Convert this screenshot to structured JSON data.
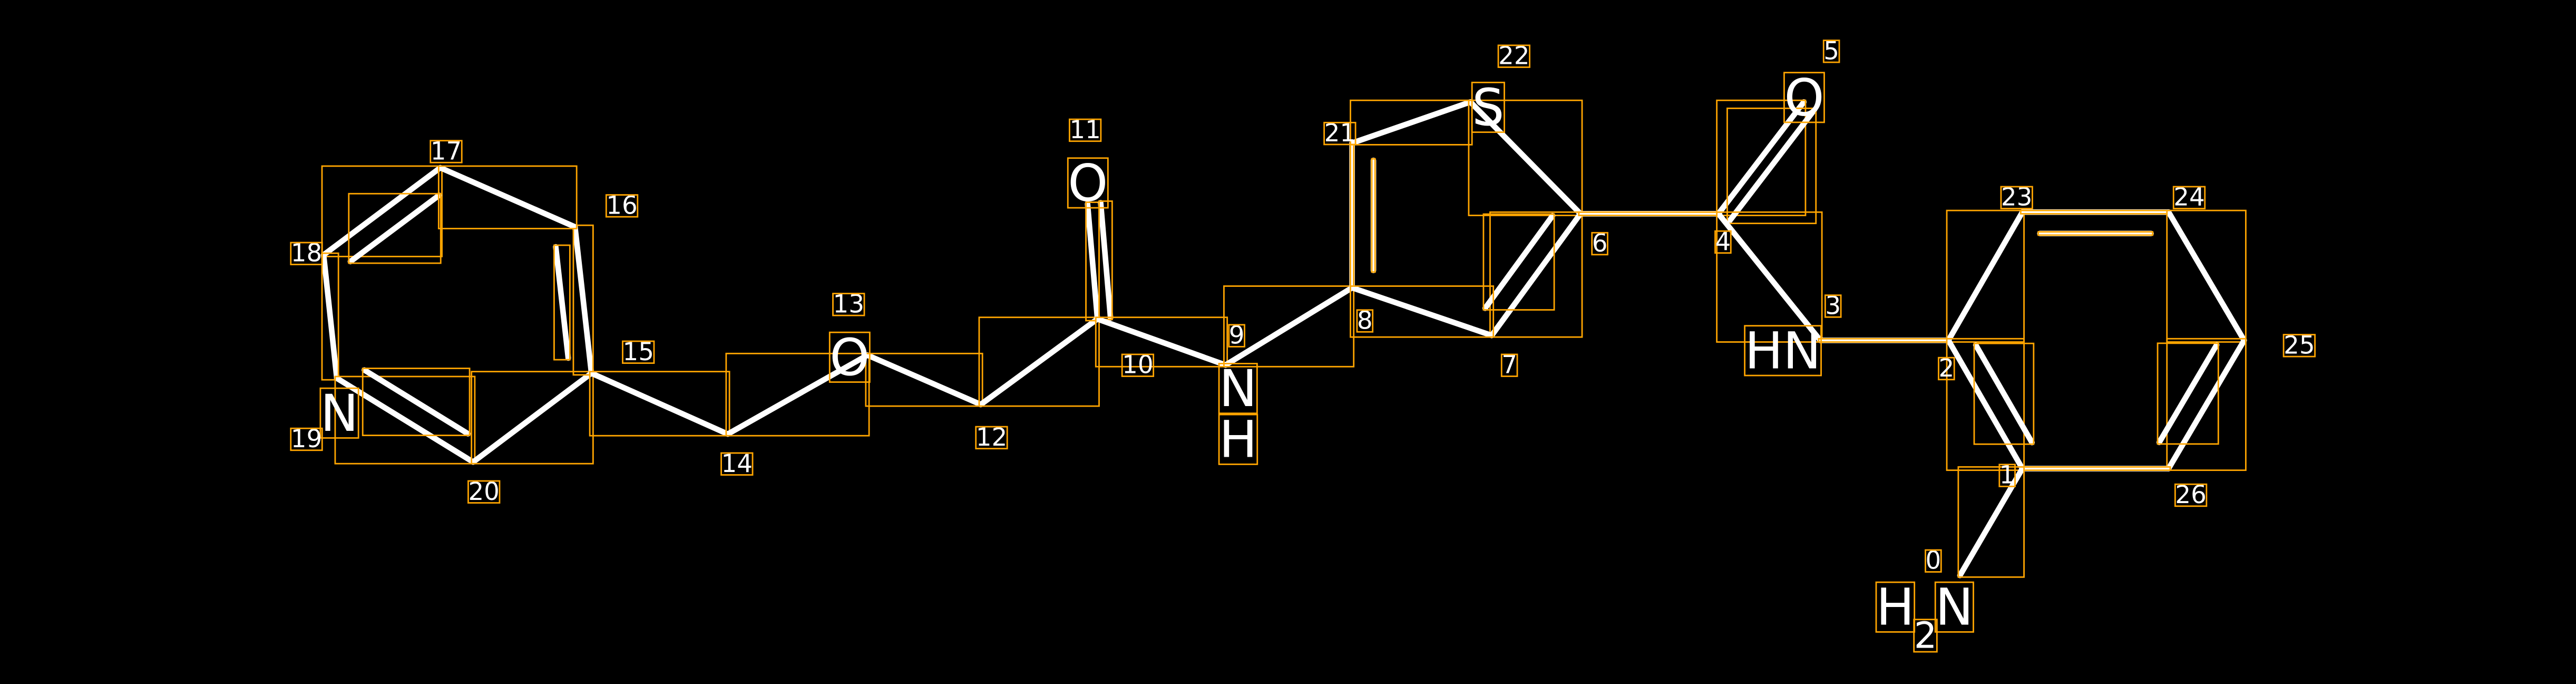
{
  "title": "Molecule graph with atom indices",
  "colors": {
    "background": "#000000",
    "bond": "#FFFFFF",
    "annotation_box": "#FFA500",
    "text": "#FFFFFF"
  },
  "atoms": [
    {
      "index": "0",
      "parts": [
        "H",
        "2",
        "N"
      ]
    },
    {
      "index": "1",
      "parts": []
    },
    {
      "index": "2",
      "parts": []
    },
    {
      "index": "3",
      "parts": [
        "HN"
      ]
    },
    {
      "index": "4",
      "parts": []
    },
    {
      "index": "5",
      "parts": [
        "O"
      ]
    },
    {
      "index": "6",
      "parts": []
    },
    {
      "index": "7",
      "parts": []
    },
    {
      "index": "8",
      "parts": []
    },
    {
      "index": "9",
      "parts": [
        "N",
        "H"
      ]
    },
    {
      "index": "10",
      "parts": []
    },
    {
      "index": "11",
      "parts": [
        "O"
      ]
    },
    {
      "index": "12",
      "parts": []
    },
    {
      "index": "13",
      "parts": [
        "O"
      ]
    },
    {
      "index": "14",
      "parts": []
    },
    {
      "index": "15",
      "parts": []
    },
    {
      "index": "16",
      "parts": []
    },
    {
      "index": "17",
      "parts": []
    },
    {
      "index": "18",
      "parts": []
    },
    {
      "index": "19",
      "parts": [
        "N"
      ]
    },
    {
      "index": "20",
      "parts": []
    },
    {
      "index": "21",
      "parts": []
    },
    {
      "index": "22",
      "parts": [
        "S"
      ]
    },
    {
      "index": "23",
      "parts": []
    },
    {
      "index": "24",
      "parts": []
    },
    {
      "index": "25",
      "parts": []
    },
    {
      "index": "26",
      "parts": []
    }
  ],
  "bonds": [
    {
      "a": 17,
      "b": 18,
      "order": 2
    },
    {
      "a": 18,
      "b": 19,
      "order": 1
    },
    {
      "a": 19,
      "b": 20,
      "order": 2
    },
    {
      "a": 20,
      "b": 15,
      "order": 1
    },
    {
      "a": 15,
      "b": 16,
      "order": 2
    },
    {
      "a": 16,
      "b": 17,
      "order": 1
    },
    {
      "a": 15,
      "b": 14,
      "order": 1
    },
    {
      "a": 14,
      "b": 13,
      "order": 1
    },
    {
      "a": 13,
      "b": 12,
      "order": 1
    },
    {
      "a": 12,
      "b": 10,
      "order": 1
    },
    {
      "a": 10,
      "b": 11,
      "order": 2
    },
    {
      "a": 10,
      "b": 9,
      "order": 1
    },
    {
      "a": 9,
      "b": 8,
      "order": 1
    },
    {
      "a": 8,
      "b": 21,
      "order": 2
    },
    {
      "a": 21,
      "b": 22,
      "order": 1
    },
    {
      "a": 22,
      "b": 6,
      "order": 1
    },
    {
      "a": 6,
      "b": 7,
      "order": 2
    },
    {
      "a": 7,
      "b": 8,
      "order": 1
    },
    {
      "a": 6,
      "b": 4,
      "order": 1
    },
    {
      "a": 4,
      "b": 5,
      "order": 2
    },
    {
      "a": 4,
      "b": 3,
      "order": 1
    },
    {
      "a": 3,
      "b": 2,
      "order": 1
    },
    {
      "a": 2,
      "b": 23,
      "order": 1
    },
    {
      "a": 23,
      "b": 24,
      "order": 2
    },
    {
      "a": 24,
      "b": 25,
      "order": 1
    },
    {
      "a": 25,
      "b": 26,
      "order": 2
    },
    {
      "a": 26,
      "b": 1,
      "order": 1
    },
    {
      "a": 1,
      "b": 2,
      "order": 2
    },
    {
      "a": 1,
      "b": 0,
      "order": 1
    }
  ]
}
